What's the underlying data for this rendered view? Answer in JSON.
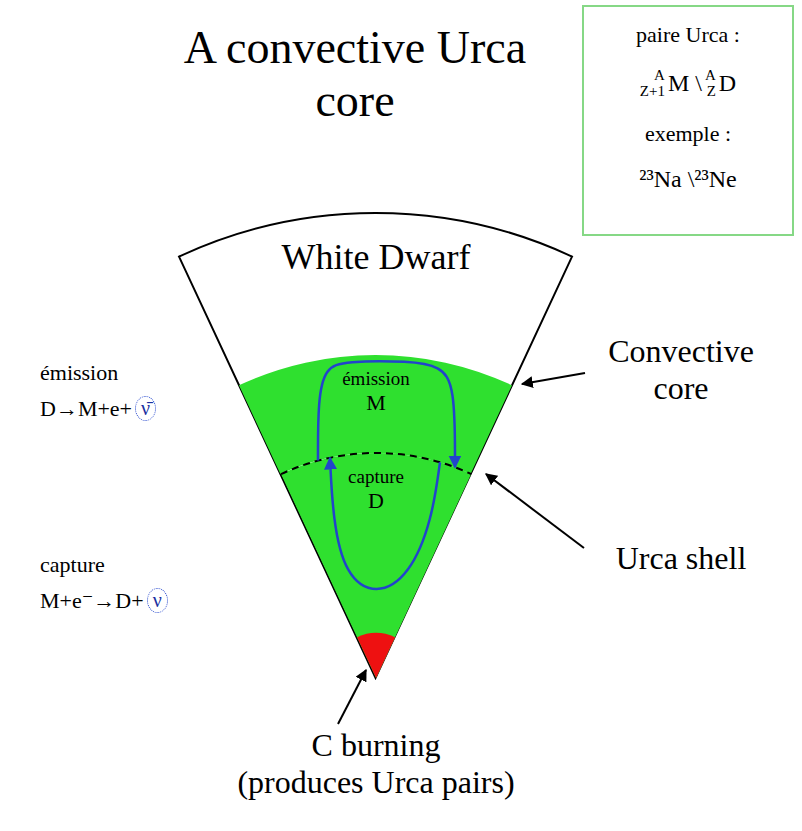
{
  "diagram": {
    "title": "A convective Urca core",
    "nodes": [
      {
        "text": [
          "paire Urca :",
          "A",
          "Z+1",
          "M \\",
          "A",
          "Z",
          "D",
          "exemple :",
          "²³Na \\²³Ne"
        ]
      },
      {
        "text": [
          "White Dwarf"
        ]
      },
      {
        "text": [
          "émission",
          "M"
        ],
        "in": 1
      },
      {
        "text": [
          "capture",
          "D"
        ],
        "in": 1
      }
    ],
    "edges": [
      {
        "from": 2,
        "to": 3,
        "arrow": "to"
      },
      {
        "from": 3,
        "to": 2,
        "arrow": "to"
      }
    ],
    "labels": [
      "émission",
      "D→M+e+",
      "ν̄",
      "capture",
      "M+e⁻→D+",
      "ν",
      "Convective core",
      "Urca shell",
      "C burning",
      "(produces Urca pairs)"
    ]
  }
}
